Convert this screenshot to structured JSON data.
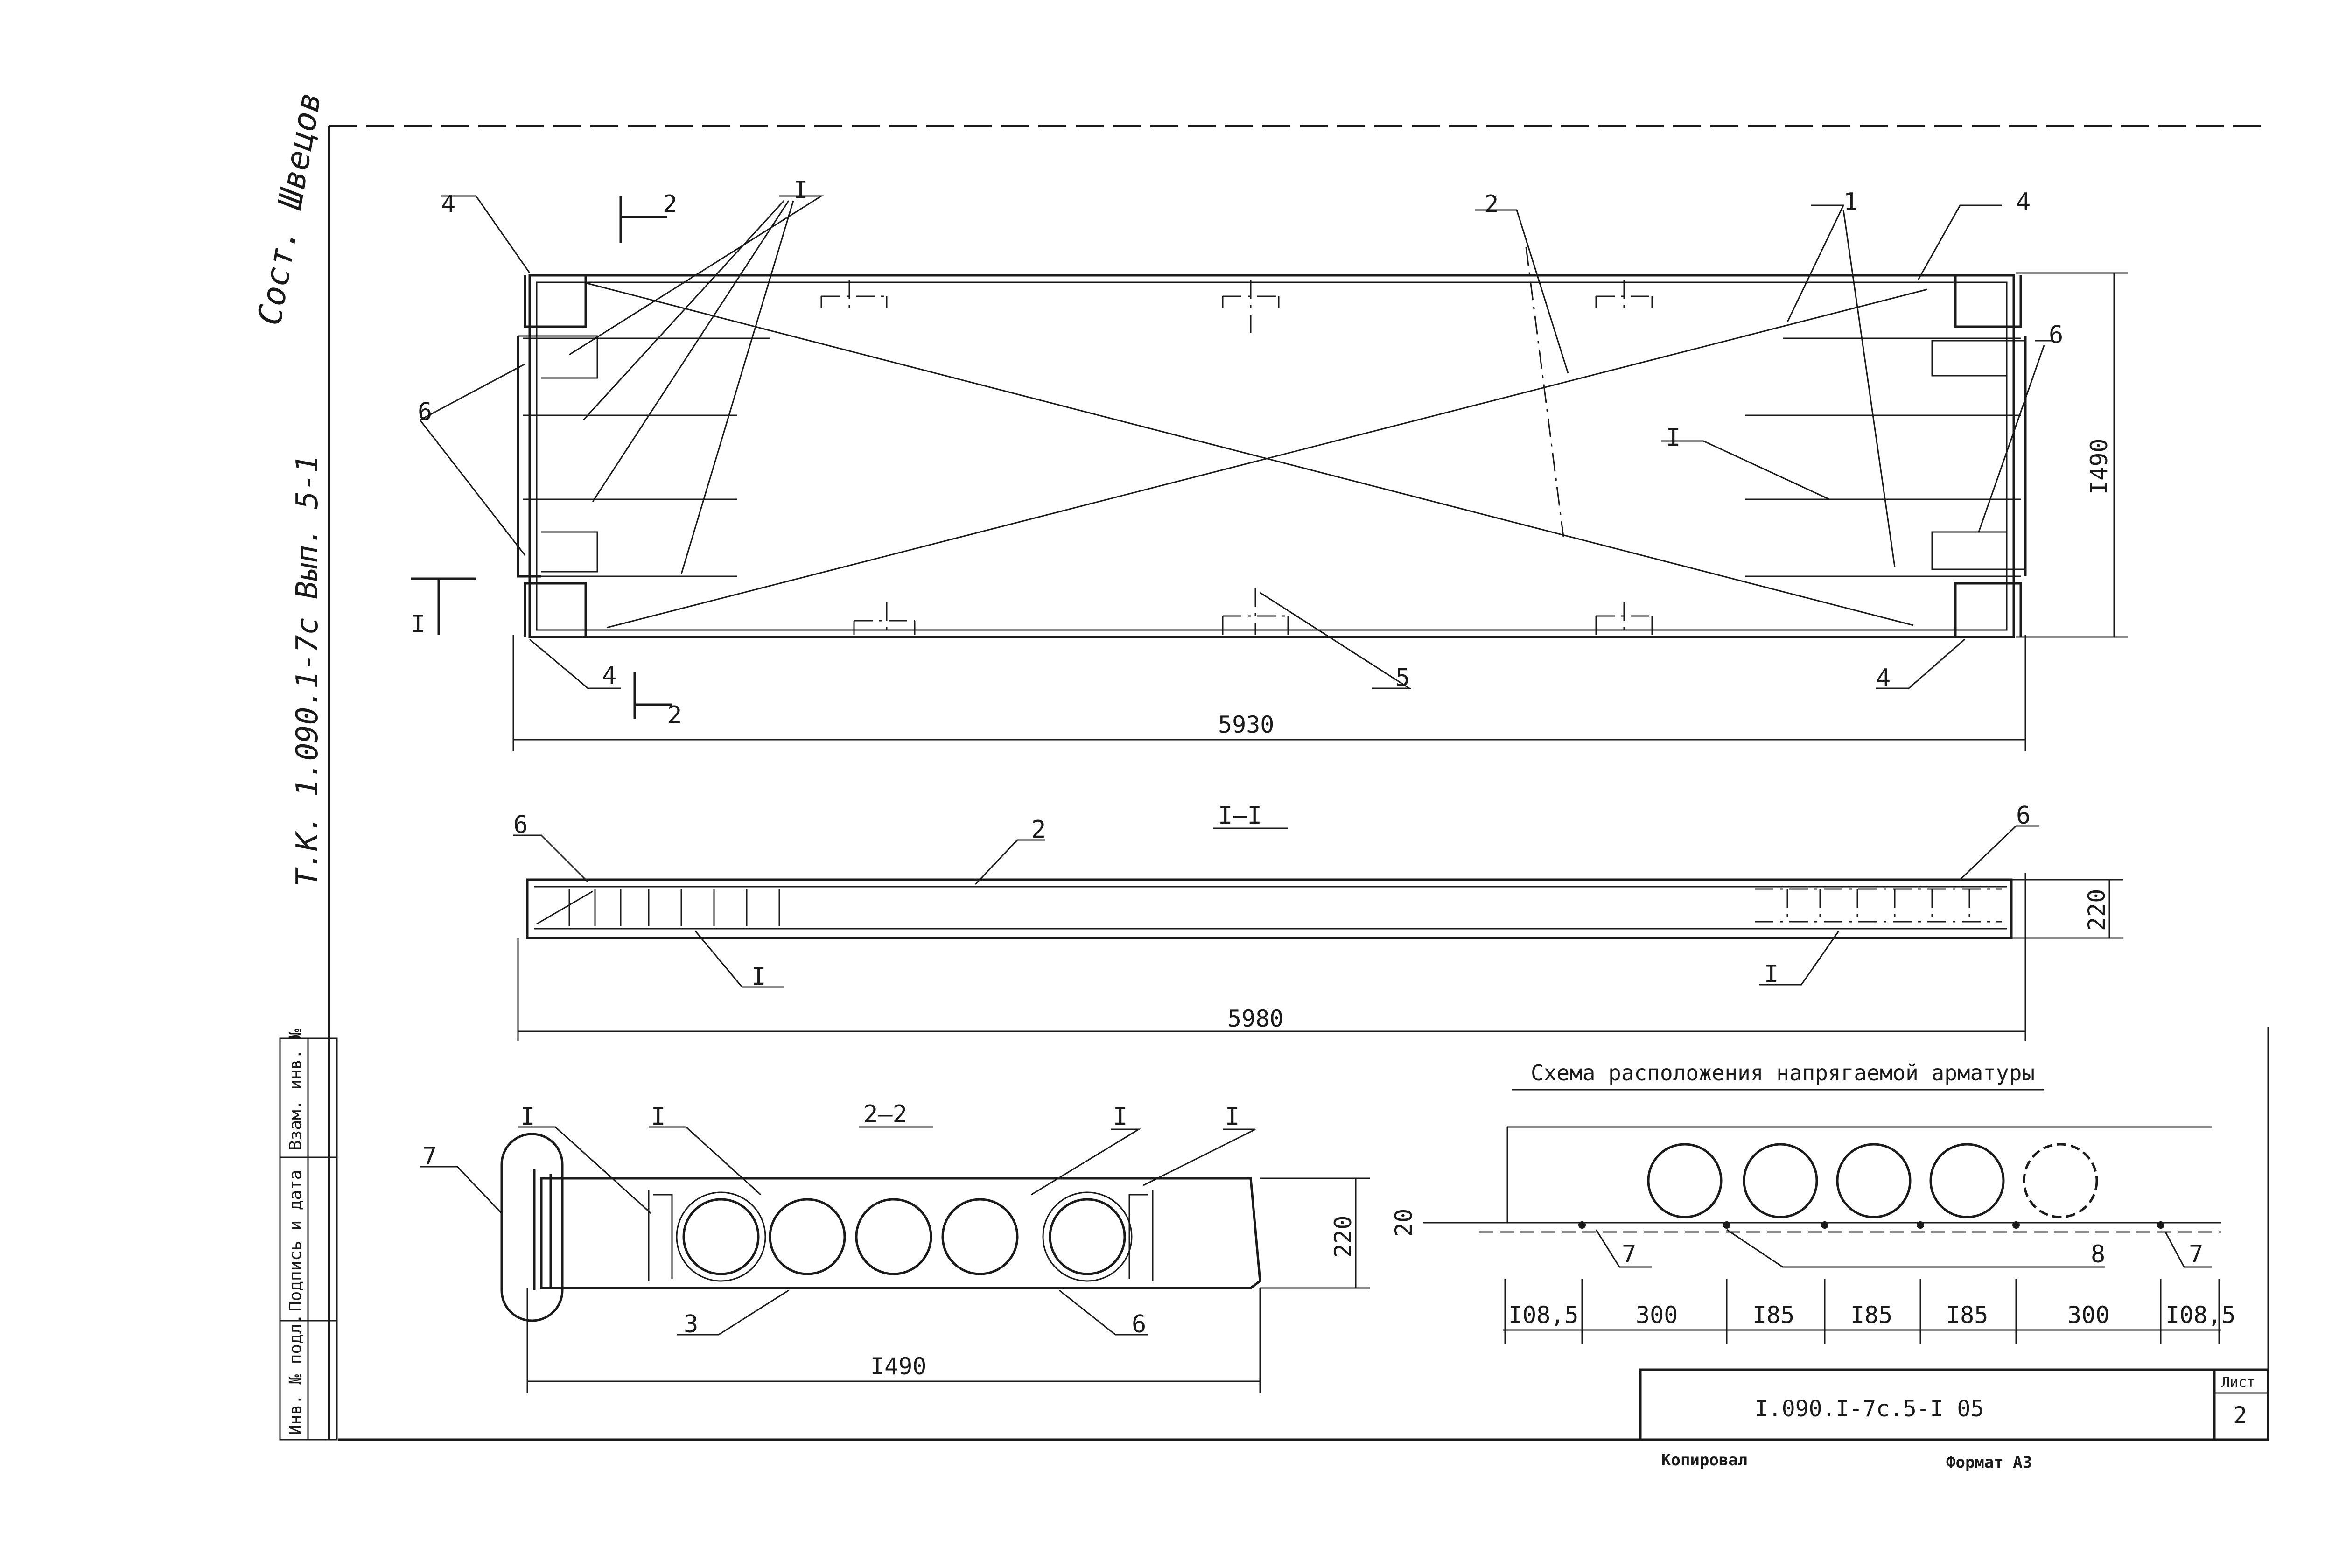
{
  "margin_note": {
    "signature": "Сост. Швецов",
    "series_ref": "Т.К. 1.090.1-7с Вып. 5-1"
  },
  "plan_view": {
    "callouts": [
      "4",
      "2",
      "I",
      "2",
      "1",
      "4",
      "6",
      "6",
      "I",
      "I",
      "4",
      "2",
      "5",
      "4"
    ],
    "dim_length": "5930",
    "dim_width": "I490"
  },
  "section_1_1": {
    "title": "I–I",
    "callouts": [
      "6",
      "2",
      "I",
      "6",
      "I"
    ],
    "dim_length": "5980",
    "dim_height": "220"
  },
  "section_2_2": {
    "title": "2–2",
    "callouts": [
      "7",
      "I",
      "I",
      "I",
      "I",
      "3",
      "6"
    ],
    "dim_width": "I490",
    "dim_height": "220"
  },
  "tendon_scheme": {
    "title": "Схема расположения напрягаемой арматуры",
    "callouts": [
      "7",
      "8",
      "7"
    ],
    "dim_cover": "20",
    "dims": [
      "I08,5",
      "300",
      "I85",
      "I85",
      "I85",
      "300",
      "I08,5"
    ]
  },
  "stamp": {
    "side_labels": [
      "Инв. № подл.",
      "Подпись и дата",
      "Взам. инв. №"
    ],
    "designation": "I.090.I-7с.5-I 05",
    "sheet_label": "Лист",
    "sheet_no": "2",
    "copied_label": "Копировал",
    "format_label": "Формат А3"
  }
}
